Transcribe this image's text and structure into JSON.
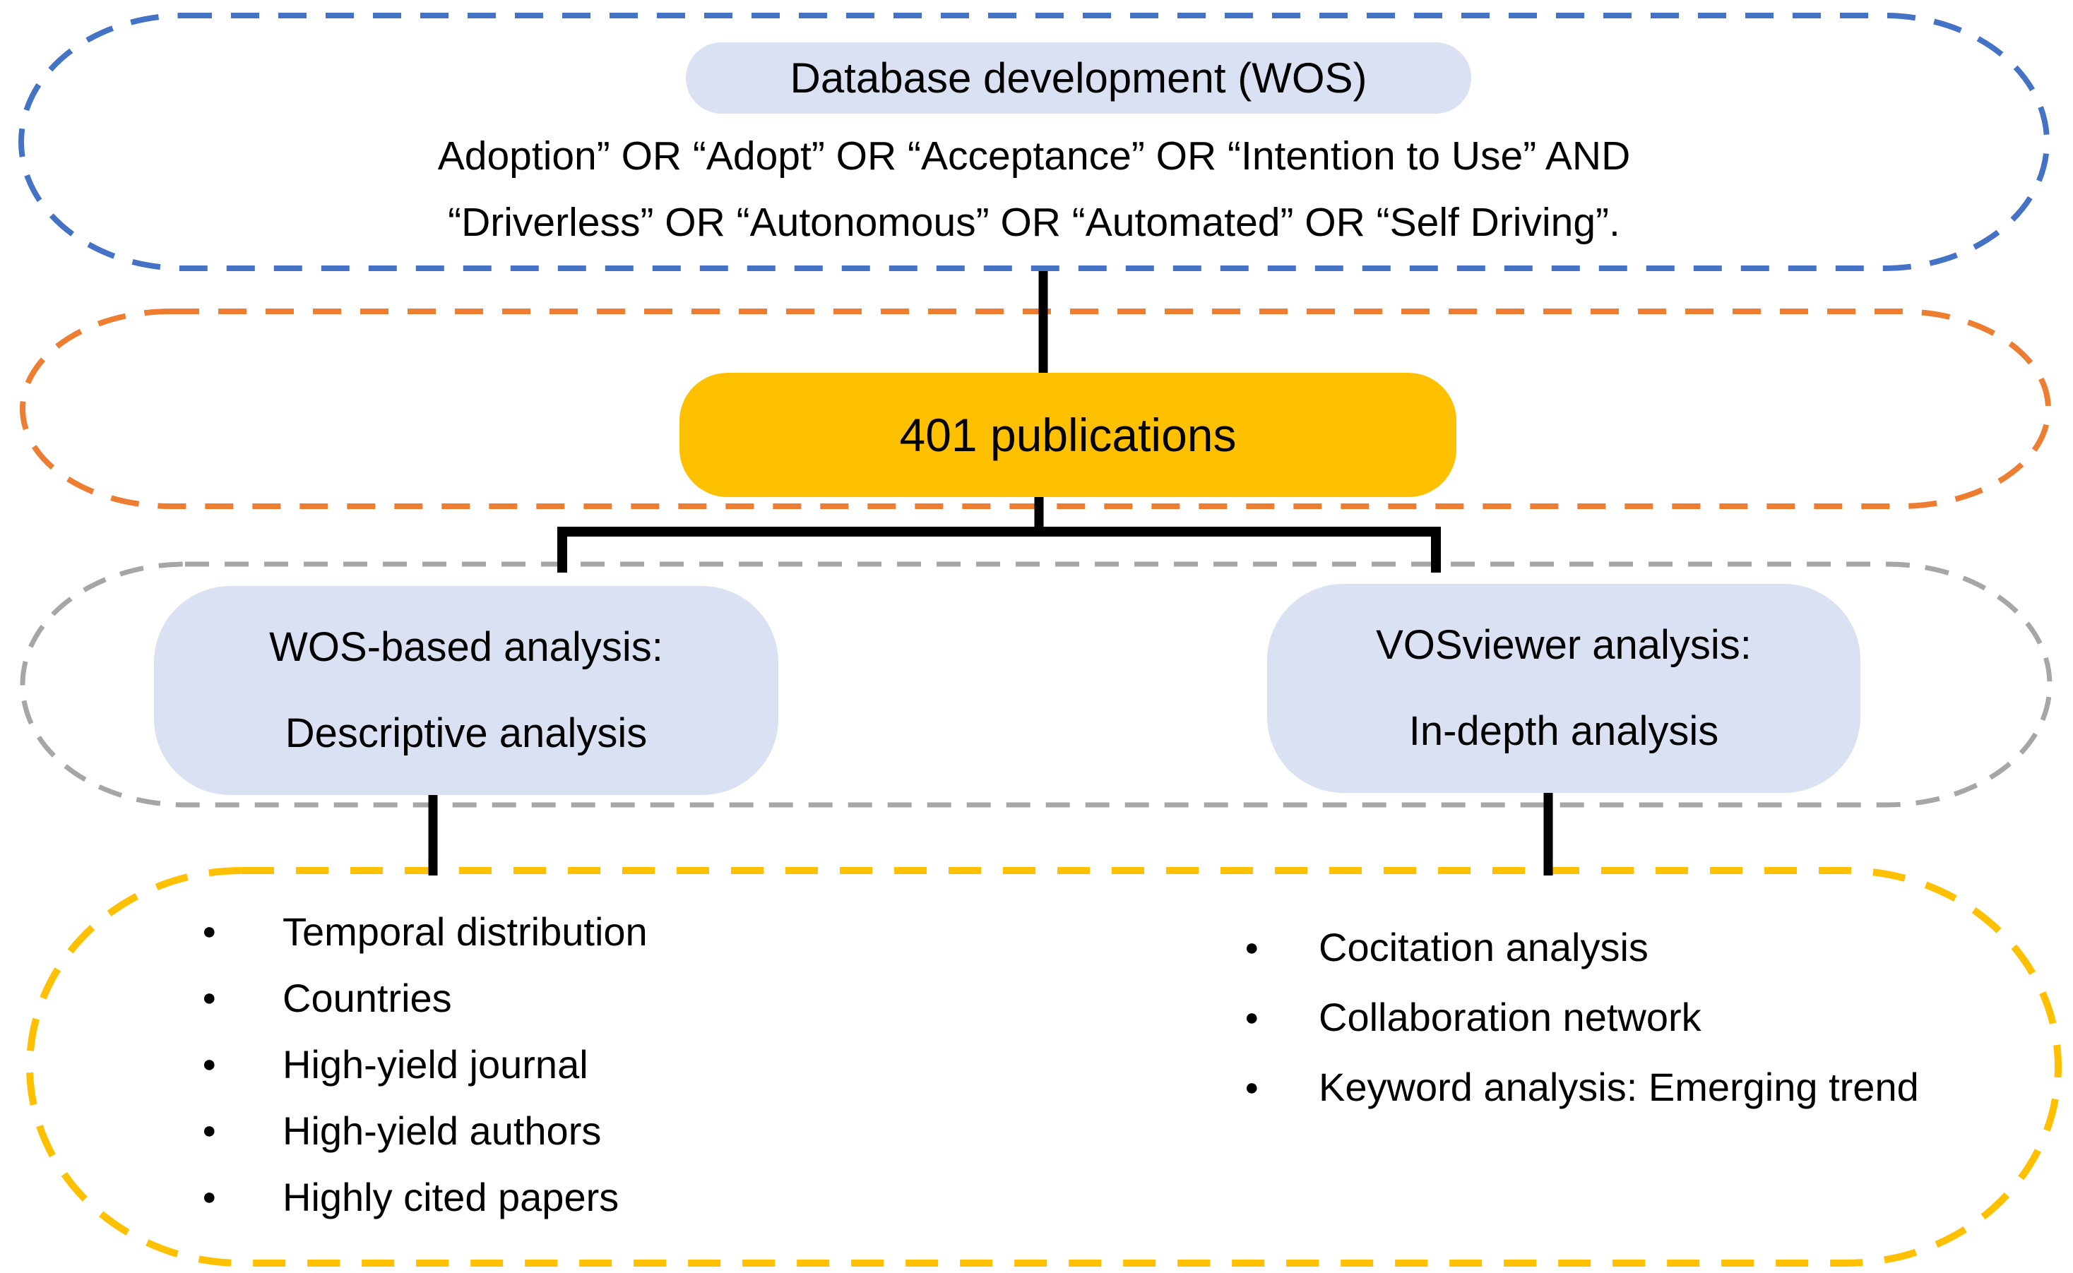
{
  "colors": {
    "database_border": "#4472C4",
    "publications_border": "#ED7D31",
    "analysis_border": "#A6A6A6",
    "outputs_border": "#FFC000",
    "node_fill_blue": "#D9E1F2",
    "node_fill_orange": "#FFC000",
    "connector": "#000000",
    "text": "#000000"
  },
  "glyphs": {
    "bullet": "●"
  },
  "database_box": {
    "title": "Database development (WOS)",
    "query_line1": "Adoption” OR “Adopt” OR “Acceptance” OR “Intention to Use” AND",
    "query_line2": "“Driverless” OR “Autonomous” OR “Automated” OR “Self Driving”."
  },
  "publications_node": {
    "label": "401 publications"
  },
  "analysis_nodes": {
    "wos": {
      "line1": "WOS-based analysis:",
      "line2": "Descriptive analysis"
    },
    "vosviewer": {
      "line1": "VOSviewer analysis:",
      "line2": "In-depth analysis"
    }
  },
  "output_lists": {
    "wos_items": [
      "Temporal distribution",
      "Countries",
      "High-yield journal",
      "High-yield authors",
      "Highly cited papers"
    ],
    "vosviewer_items": [
      "Cocitation analysis",
      "Collaboration network",
      "Keyword analysis: Emerging trend"
    ]
  }
}
